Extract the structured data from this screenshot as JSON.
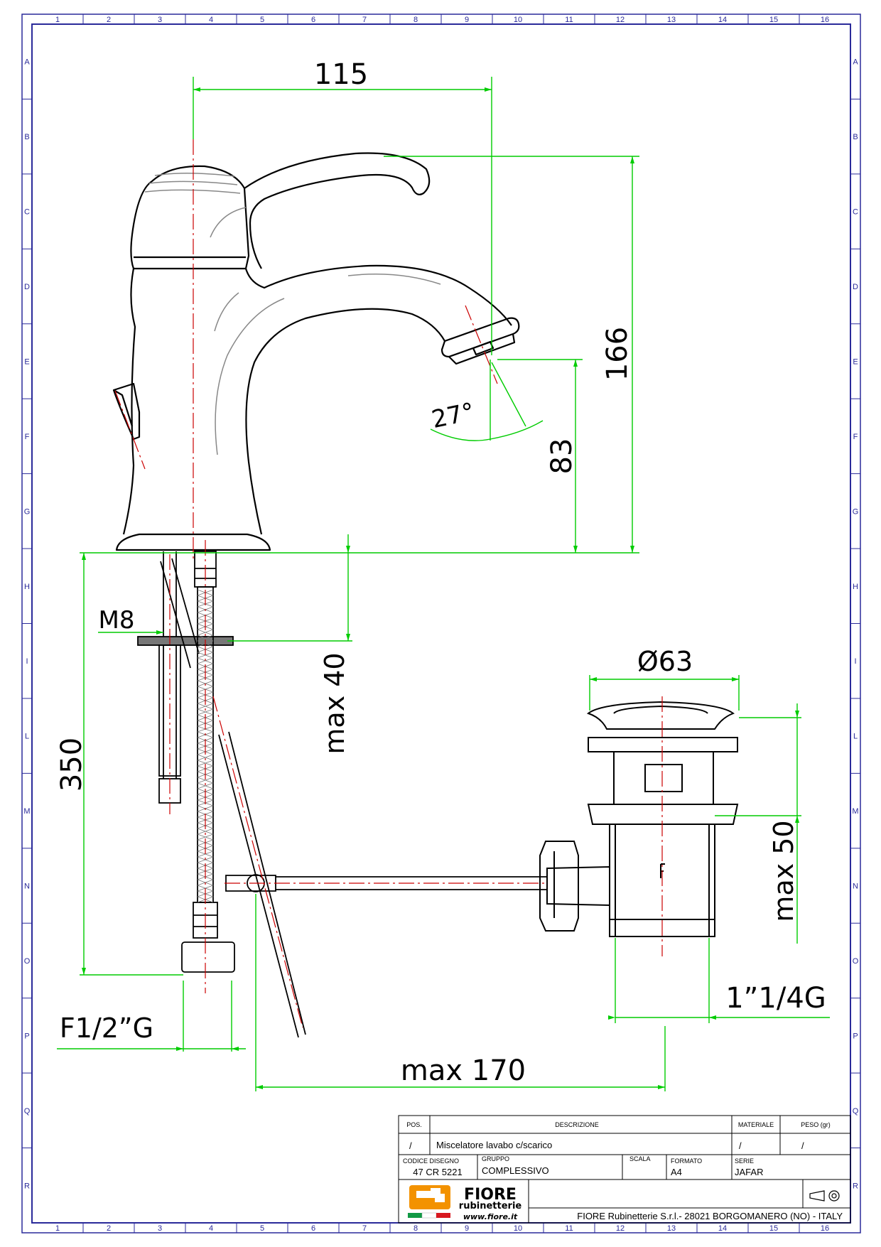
{
  "dimensions": {
    "width_top": "115",
    "height_total": "166",
    "angle": "27°",
    "height_spout": "83",
    "thread_m8": "M8",
    "max_thickness": "max 40",
    "hose_length": "350",
    "diameter": "Ø63",
    "max_drain": "max 50",
    "drain_thread": "1”1/4G",
    "hose_thread": "F1/2”G",
    "max_rod": "max 170"
  },
  "frame": {
    "columns": [
      "1",
      "2",
      "3",
      "4",
      "5",
      "6",
      "7",
      "8",
      "9",
      "10",
      "11",
      "12",
      "13",
      "14",
      "15",
      "16"
    ],
    "rows": [
      "A",
      "B",
      "C",
      "D",
      "E",
      "F",
      "G",
      "H",
      "I",
      "L",
      "M",
      "N",
      "O",
      "P",
      "Q",
      "R"
    ]
  },
  "title_block": {
    "pos_header": "POS.",
    "desc_header": "DESCRIZIONE",
    "material_header": "MATERIALE",
    "weight_header": "PESO (gr)",
    "pos_value": "/",
    "description": "Miscelatore lavabo c/scarico",
    "material_value": "/",
    "weight_value": "/",
    "code_label": "CODICE DISEGNO",
    "code_value": "47 CR 5221",
    "group_label": "GRUPPO",
    "group_value": "COMPLESSIVO",
    "scale_label": "SCALA",
    "format_label": "FORMATO",
    "format_value": "A4",
    "series_label": "SERIE",
    "series_value": "JAFAR",
    "logo_line1": "FIORE",
    "logo_line2": "rubinetterie",
    "website": "www.fiore.it",
    "company": "FIORE Rubinetterie S.r.l.- 28021 BORGOMANERO (NO) - ITALY"
  },
  "colors": {
    "outline": "#000000",
    "dimension": "#00cc00",
    "centerline": "#cc0000",
    "frame": "#2a2a9a",
    "logo_orange": "#f39200"
  }
}
